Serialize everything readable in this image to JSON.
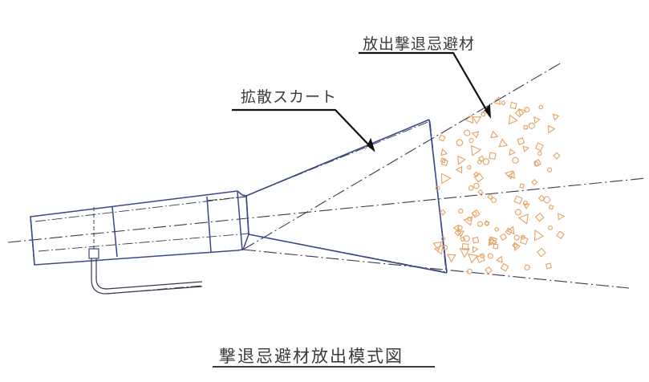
{
  "figure": {
    "caption": "撃退忌避材放出模式図",
    "background_color": "#ffffff"
  },
  "annotations": [
    {
      "id": "skirt",
      "text": "拡散スカート",
      "meaning": "diffusion-skirt",
      "underline": true,
      "leader_color": "#111111"
    },
    {
      "id": "material",
      "text": "放出撃退忌避材",
      "meaning": "released-repellent-material",
      "underline": true,
      "leader_color": "#111111"
    }
  ],
  "drawing": {
    "line_color_blue": "#39478c",
    "line_color_dashdot": "#3a3a4a",
    "particle_color": "#e4a263",
    "parts": [
      {
        "name": "cylinder-body",
        "segments": 3
      },
      {
        "name": "neck-collar",
        "segments": 1
      },
      {
        "name": "diffusion-skirt",
        "shape": "flared-trapezoid"
      },
      {
        "name": "exit-plane",
        "shape": "vertical-edge"
      },
      {
        "name": "supply-hose",
        "style": "double-line"
      },
      {
        "name": "valve-fitting",
        "shape": "small-box"
      },
      {
        "name": "spray-cone",
        "style": "dash-dot-boundaries"
      },
      {
        "name": "center-axis",
        "style": "dash-dot"
      }
    ],
    "particle_count": 118,
    "particle_shapes": [
      "triangle",
      "circle",
      "square"
    ]
  }
}
